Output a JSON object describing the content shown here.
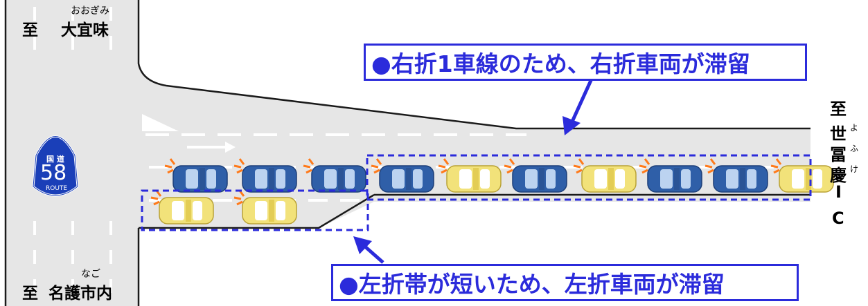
{
  "destinations": {
    "north": {
      "prefix": "至",
      "name": "大宜味",
      "reading": "おおぎみ"
    },
    "south": {
      "prefix": "至",
      "name": "名護市内",
      "reading": "なご"
    },
    "east": {
      "prefix": "至",
      "chars": [
        "世",
        "冨",
        "慶",
        "I",
        "C"
      ],
      "readings": [
        "よ",
        "ふ",
        "け"
      ]
    }
  },
  "route_shield": {
    "kanji": "国 道",
    "number": "58",
    "text": "ROUTE",
    "color": "#1a3fb8"
  },
  "callouts": {
    "right_turn": "●右折1車線のため、右折車両が滞留",
    "left_turn": "●左折帯が短いため、左折車両が滞留"
  },
  "colors": {
    "accent": "#2b2bdb",
    "road": "#e6e6e6",
    "car_blue": "#2f5fa8",
    "car_yellow": "#f2e27a",
    "signal": "#ff7a1a"
  },
  "vehicles": {
    "queue_lane": [
      "blue",
      "blue",
      "blue",
      "blue",
      "yellow",
      "blue",
      "yellow",
      "blue",
      "blue",
      "yellow"
    ],
    "left_turn_lane": [
      "yellow",
      "yellow"
    ]
  }
}
